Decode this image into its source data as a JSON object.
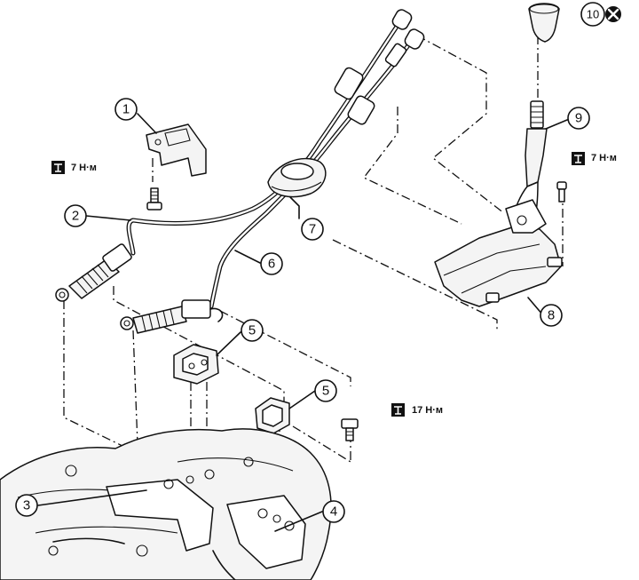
{
  "callouts": {
    "c1": "1",
    "c2": "2",
    "c3": "3",
    "c4": "4",
    "c5a": "5",
    "c5b": "5",
    "c6": "6",
    "c7": "7",
    "c8": "8",
    "c9": "9",
    "c10": "10"
  },
  "torques": {
    "t1": "7 Н·м",
    "t2": "7 Н·м",
    "t3": "17 Н·м"
  },
  "icons": {
    "torque": "torque-wrench-icon",
    "non_reusable": "x-circle-icon"
  },
  "colors": {
    "ink": "#111111",
    "background": "#ffffff"
  }
}
